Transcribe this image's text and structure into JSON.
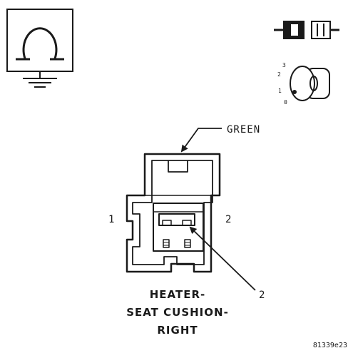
{
  "diagram": {
    "wire_color_label": "GREEN",
    "pin_labels": {
      "left": "1",
      "right": "2",
      "callout": "2"
    },
    "connector_name": {
      "line1": "HEATER-",
      "line2": "SEAT CUSHION-",
      "line3": "RIGHT"
    },
    "ignition_positions": [
      "3",
      "2",
      "1",
      "0"
    ],
    "figure_id": "81339e23"
  },
  "icons": {
    "ohmmeter": "ohmmeter-ground-icon",
    "connector": "connector-plug-icon",
    "ignition": "ignition-key-icon"
  },
  "colors": {
    "ink": "#1a1a1a",
    "background": "#ffffff"
  }
}
